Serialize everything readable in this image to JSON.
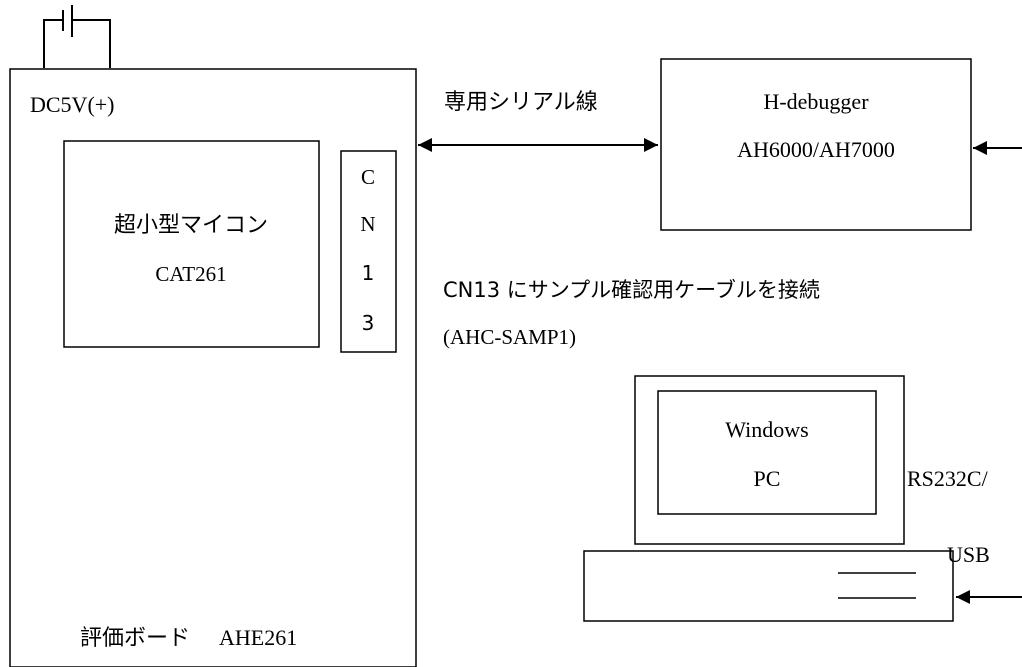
{
  "board": {
    "power_label": "DC5V(+)",
    "mcu_line1": "超小型マイコン",
    "mcu_line2": "CAT261",
    "connector_chars": [
      "C",
      "N",
      "1",
      "3"
    ],
    "board_name_jp": "評価ボード",
    "board_name_model": "AHE261"
  },
  "serial_cable_label": "専用シリアル線",
  "debugger": {
    "line1": "H-debugger",
    "line2": "AH6000/AH7000"
  },
  "cable_note": {
    "line1": "CN13 にサンプル確認用ケーブルを接続",
    "line2": "(AHC-SAMP1)"
  },
  "pc": {
    "line1": "Windows",
    "line2": "PC"
  },
  "pc_link": {
    "line1": "RS232C/",
    "line2": "USB"
  },
  "icons": [
    "battery-icon",
    "pc-icon"
  ]
}
